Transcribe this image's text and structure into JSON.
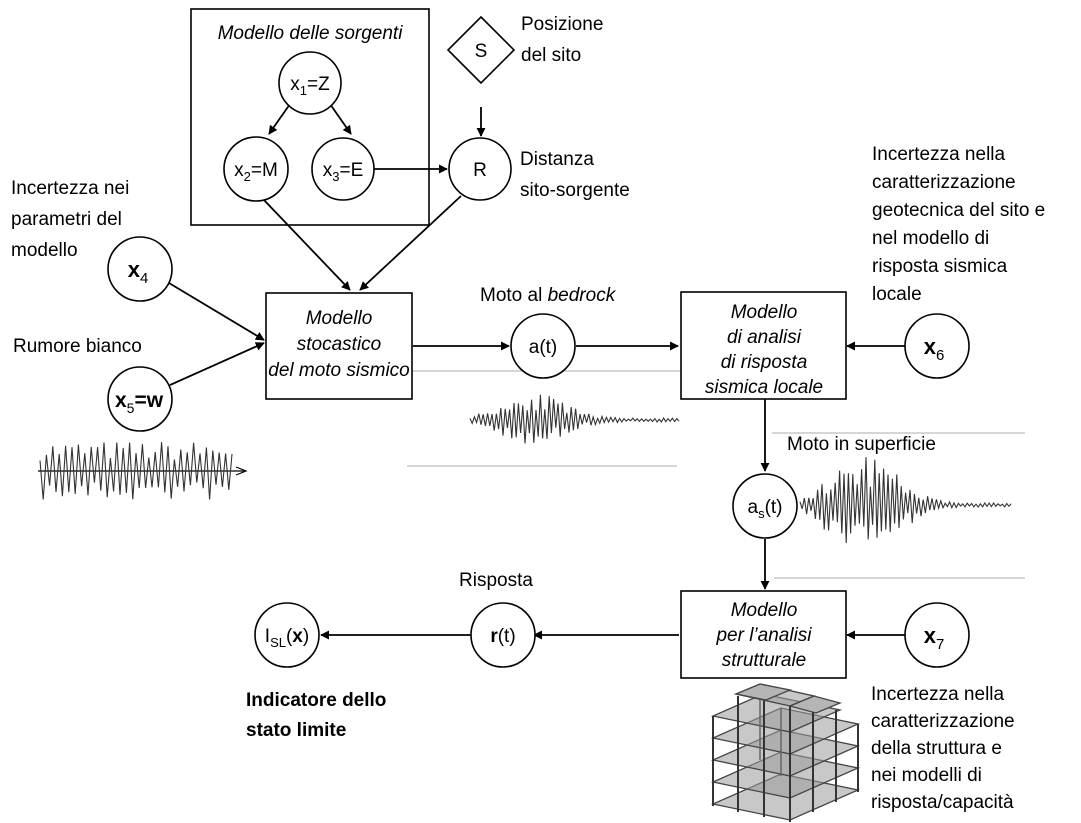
{
  "source_model": {
    "title": "Modello delle sorgenti",
    "x1": {
      "sym": "x",
      "sub": "1",
      "rest": "=Z"
    },
    "x2": {
      "sym": "x",
      "sub": "2",
      "rest": "=M"
    },
    "x3": {
      "sym": "x",
      "sub": "3",
      "rest": "=E"
    }
  },
  "site": {
    "node": "S",
    "label_lines": [
      "Posizione",
      "del sito"
    ]
  },
  "distance": {
    "node": "R",
    "label_lines": [
      "Distanza",
      "sito-sorgente"
    ]
  },
  "params_uncertainty": {
    "label_lines": [
      "Incertezza nei",
      "parametri del",
      "modello"
    ],
    "node": {
      "sym": "x",
      "sub": "4"
    }
  },
  "white_noise": {
    "label": "Rumore bianco",
    "node": {
      "sym": "x",
      "sub": "5",
      "rest": "=w"
    }
  },
  "stochastic_model": {
    "lines": [
      "Modello",
      "stocastico",
      "del moto sismico"
    ]
  },
  "bedrock": {
    "label_prefix": "Moto al ",
    "label_italic": "bedrock",
    "node": "a(t)"
  },
  "local_response_model": {
    "lines": [
      "Modello",
      "di analisi",
      "di risposta",
      "sismica locale"
    ]
  },
  "geotech_uncertainty": {
    "label_lines": [
      "Incertezza nella",
      "caratterizzazione",
      "geotecnica del sito e",
      "nel modello di",
      "risposta sismica",
      "locale"
    ],
    "node": {
      "sym": "x",
      "sub": "6"
    }
  },
  "surface": {
    "label": "Moto in superficie",
    "node": {
      "sym": "a",
      "sub": "s",
      "rest": "(t)"
    }
  },
  "structural_model": {
    "lines": [
      "Modello",
      "per l’analisi",
      "strutturale"
    ]
  },
  "structure_uncertainty": {
    "label_lines": [
      "Incertezza nella",
      "caratterizzazione",
      "della struttura e",
      "nei modelli di",
      "risposta/capacità"
    ],
    "node": {
      "sym": "x",
      "sub": "7"
    }
  },
  "response": {
    "label": "Risposta",
    "node": {
      "sym": "r",
      "rest": "(t)"
    }
  },
  "limit_state": {
    "node": {
      "sym": "I",
      "sub": "SL",
      "paren_open": "(",
      "bold": "x",
      "paren_close": ")"
    },
    "label_lines": [
      "Indicatore dello",
      "stato limite"
    ]
  },
  "colors": {
    "stroke": "#000000",
    "guide": "#c8c8c8",
    "fill": "#ffffff"
  },
  "icons": [
    "white-noise-signal-icon",
    "bedrock-accelerogram-icon",
    "surface-accelerogram-icon",
    "building-frame-icon"
  ]
}
